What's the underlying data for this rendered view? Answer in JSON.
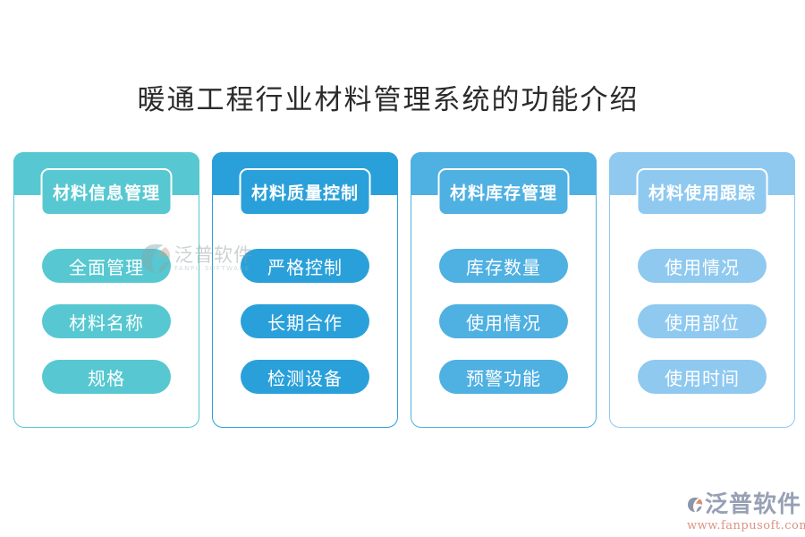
{
  "title": "暖通工程行业材料管理系统的功能介绍",
  "columns": [
    {
      "header": "材料信息管理",
      "color": "#57C8D1",
      "items": [
        "全面管理",
        "材料名称",
        "规格"
      ]
    },
    {
      "header": "材料质量控制",
      "color": "#2AA0DA",
      "items": [
        "严格控制",
        "长期合作",
        "检测设备"
      ]
    },
    {
      "header": "材料库存管理",
      "color": "#4FB0E2",
      "items": [
        "库存数量",
        "使用情况",
        "预警功能"
      ]
    },
    {
      "header": "材料使用跟踪",
      "color": "#8FC9F0",
      "items": [
        "使用情况",
        "使用部位",
        "使用时间"
      ]
    }
  ],
  "watermark": {
    "brand": "泛普软件",
    "brand_sub": "FANPU SOFTWARE"
  },
  "footer_logo": {
    "brand": "泛普软件",
    "url": "www.fanpusoft.com",
    "brand_color": "#97A0B4",
    "url_color": "#DC9383",
    "icon_gray": "#8C96A8",
    "icon_orange": "#DD8E6F"
  }
}
